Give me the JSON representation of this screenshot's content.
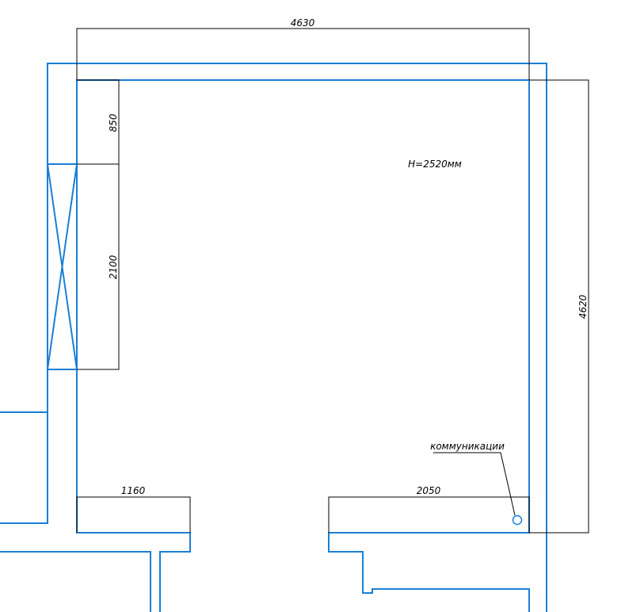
{
  "plan": {
    "colors": {
      "wall": "#1a7fd6",
      "dimension": "#000000",
      "background": "#ffffff"
    },
    "dimensions": {
      "top_width": "4630",
      "right_height": "4620",
      "left_upper": "850",
      "left_window": "2100",
      "bottom_left": "1160",
      "bottom_right": "2050"
    },
    "labels": {
      "ceiling_height": "H=2520мм",
      "communications": "коммуникации"
    },
    "icons": {
      "riser": "circle-outline-icon",
      "window": "window-cross-icon"
    }
  }
}
